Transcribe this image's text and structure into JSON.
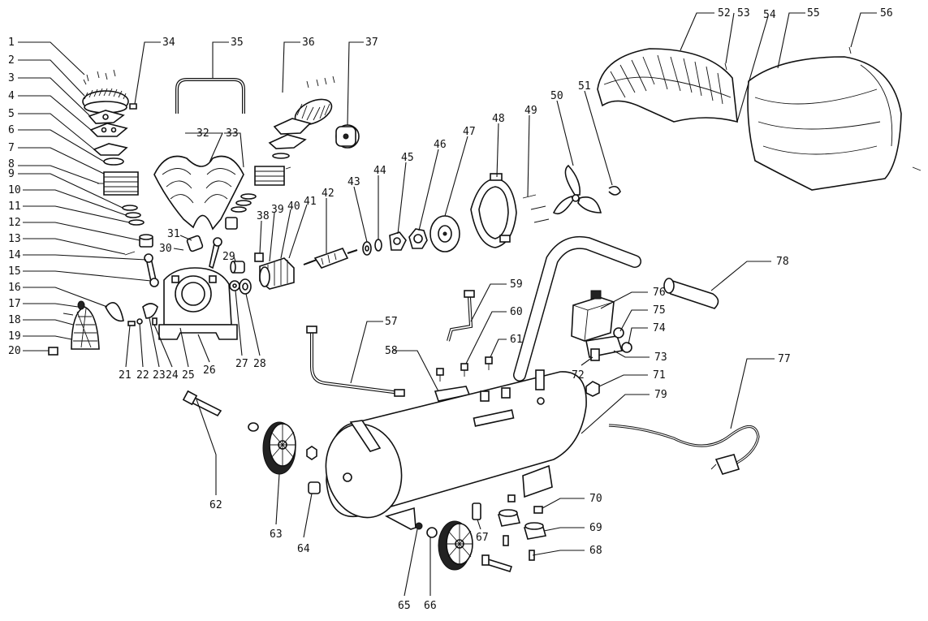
{
  "callouts": [
    {
      "id": "c1",
      "text": "1"
    },
    {
      "id": "c2",
      "text": "2"
    },
    {
      "id": "c3",
      "text": "3"
    },
    {
      "id": "c4",
      "text": "4"
    },
    {
      "id": "c5",
      "text": "5"
    },
    {
      "id": "c6",
      "text": "6"
    },
    {
      "id": "c7",
      "text": "7"
    },
    {
      "id": "c8",
      "text": "8"
    },
    {
      "id": "c9",
      "text": "9"
    },
    {
      "id": "c10",
      "text": "10"
    },
    {
      "id": "c11",
      "text": "11"
    },
    {
      "id": "c12",
      "text": "12"
    },
    {
      "id": "c13",
      "text": "13"
    },
    {
      "id": "c14",
      "text": "14"
    },
    {
      "id": "c15",
      "text": "15"
    },
    {
      "id": "c16",
      "text": "16"
    },
    {
      "id": "c17",
      "text": "17"
    },
    {
      "id": "c18",
      "text": "18"
    },
    {
      "id": "c19",
      "text": "19"
    },
    {
      "id": "c20",
      "text": "20"
    },
    {
      "id": "c21",
      "text": "21"
    },
    {
      "id": "c22",
      "text": "22"
    },
    {
      "id": "c23",
      "text": "23"
    },
    {
      "id": "c24",
      "text": "24"
    },
    {
      "id": "c25",
      "text": "25"
    },
    {
      "id": "c26",
      "text": "26"
    },
    {
      "id": "c27",
      "text": "27"
    },
    {
      "id": "c28",
      "text": "28"
    },
    {
      "id": "c29",
      "text": "29"
    },
    {
      "id": "c30",
      "text": "30"
    },
    {
      "id": "c31",
      "text": "31"
    },
    {
      "id": "c32",
      "text": "32"
    },
    {
      "id": "c33",
      "text": "33"
    },
    {
      "id": "c34",
      "text": "34"
    },
    {
      "id": "c35",
      "text": "35"
    },
    {
      "id": "c36",
      "text": "36"
    },
    {
      "id": "c37",
      "text": "37"
    },
    {
      "id": "c38",
      "text": "38"
    },
    {
      "id": "c39",
      "text": "39"
    },
    {
      "id": "c40",
      "text": "40"
    },
    {
      "id": "c41",
      "text": "41"
    },
    {
      "id": "c42",
      "text": "42"
    },
    {
      "id": "c43",
      "text": "43"
    },
    {
      "id": "c44",
      "text": "44"
    },
    {
      "id": "c45",
      "text": "45"
    },
    {
      "id": "c46",
      "text": "46"
    },
    {
      "id": "c47",
      "text": "47"
    },
    {
      "id": "c48",
      "text": "48"
    },
    {
      "id": "c49",
      "text": "49"
    },
    {
      "id": "c50",
      "text": "50"
    },
    {
      "id": "c51",
      "text": "51"
    },
    {
      "id": "c52",
      "text": "52"
    },
    {
      "id": "c53",
      "text": "53"
    },
    {
      "id": "c54",
      "text": "54"
    },
    {
      "id": "c55",
      "text": "55"
    },
    {
      "id": "c56",
      "text": "56"
    },
    {
      "id": "c57",
      "text": "57"
    },
    {
      "id": "c58",
      "text": "58"
    },
    {
      "id": "c59",
      "text": "59"
    },
    {
      "id": "c60",
      "text": "60"
    },
    {
      "id": "c61",
      "text": "61"
    },
    {
      "id": "c62",
      "text": "62"
    },
    {
      "id": "c63",
      "text": "63"
    },
    {
      "id": "c64",
      "text": "64"
    },
    {
      "id": "c65",
      "text": "65"
    },
    {
      "id": "c66",
      "text": "66"
    },
    {
      "id": "c67",
      "text": "67"
    },
    {
      "id": "c68",
      "text": "68"
    },
    {
      "id": "c69",
      "text": "69"
    },
    {
      "id": "c70",
      "text": "70"
    },
    {
      "id": "c71",
      "text": "71"
    },
    {
      "id": "c72",
      "text": "72"
    },
    {
      "id": "c73",
      "text": "73"
    },
    {
      "id": "c74",
      "text": "74"
    },
    {
      "id": "c75",
      "text": "75"
    },
    {
      "id": "c76",
      "text": "76"
    },
    {
      "id": "c77",
      "text": "77"
    },
    {
      "id": "c78",
      "text": "78"
    },
    {
      "id": "c79",
      "text": "79"
    }
  ],
  "colors": {
    "ink": "#111111",
    "paper": "#ffffff"
  }
}
